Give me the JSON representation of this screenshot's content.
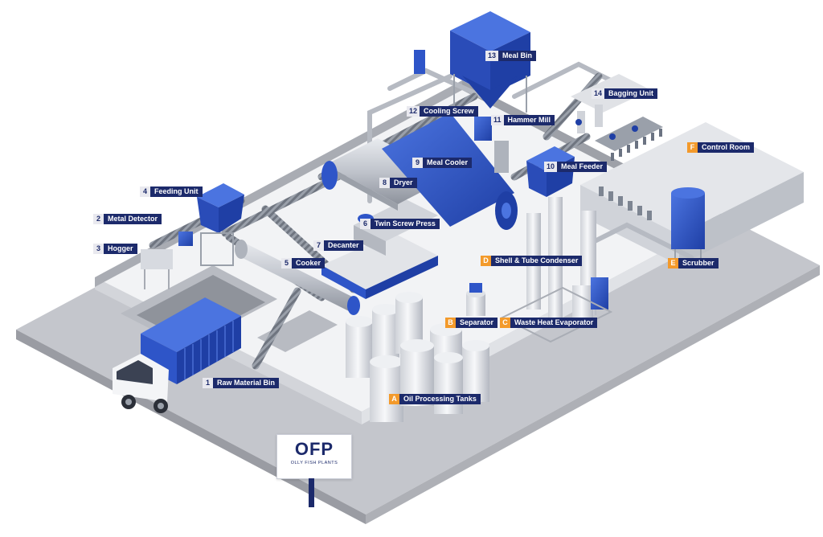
{
  "colors": {
    "label_bg": "#1c2a6b",
    "accent_orange": "#f39a2b",
    "machine_blue": "#2e55c8",
    "floor_gray": "#c4c6cc"
  },
  "logo": {
    "title": "OFP",
    "subtitle": "OLLY FISH PLANTS"
  },
  "process_labels": [
    {
      "num": "1",
      "text": "Raw Material Bin"
    },
    {
      "num": "2",
      "text": "Metal Detector"
    },
    {
      "num": "3",
      "text": "Hogger"
    },
    {
      "num": "4",
      "text": "Feeding Unit"
    },
    {
      "num": "5",
      "text": "Cooker"
    },
    {
      "num": "6",
      "text": "Twin Screw Press"
    },
    {
      "num": "7",
      "text": "Decanter"
    },
    {
      "num": "8",
      "text": "Dryer"
    },
    {
      "num": "9",
      "text": "Meal Cooler"
    },
    {
      "num": "10",
      "text": "Meal Feeder"
    },
    {
      "num": "11",
      "text": "Hammer Mill"
    },
    {
      "num": "12",
      "text": "Cooling Screw"
    },
    {
      "num": "13",
      "text": "Meal Bin"
    },
    {
      "num": "14",
      "text": "Bagging Unit"
    }
  ],
  "oil_labels": [
    {
      "num": "A",
      "text": "Oil Processing Tanks"
    },
    {
      "num": "B",
      "text": "Separator"
    },
    {
      "num": "C",
      "text": "Waste Heat Evaporator"
    },
    {
      "num": "D",
      "text": "Shell & Tube Condenser"
    },
    {
      "num": "E",
      "text": "Scrubber"
    },
    {
      "num": "F",
      "text": "Control Room"
    }
  ]
}
